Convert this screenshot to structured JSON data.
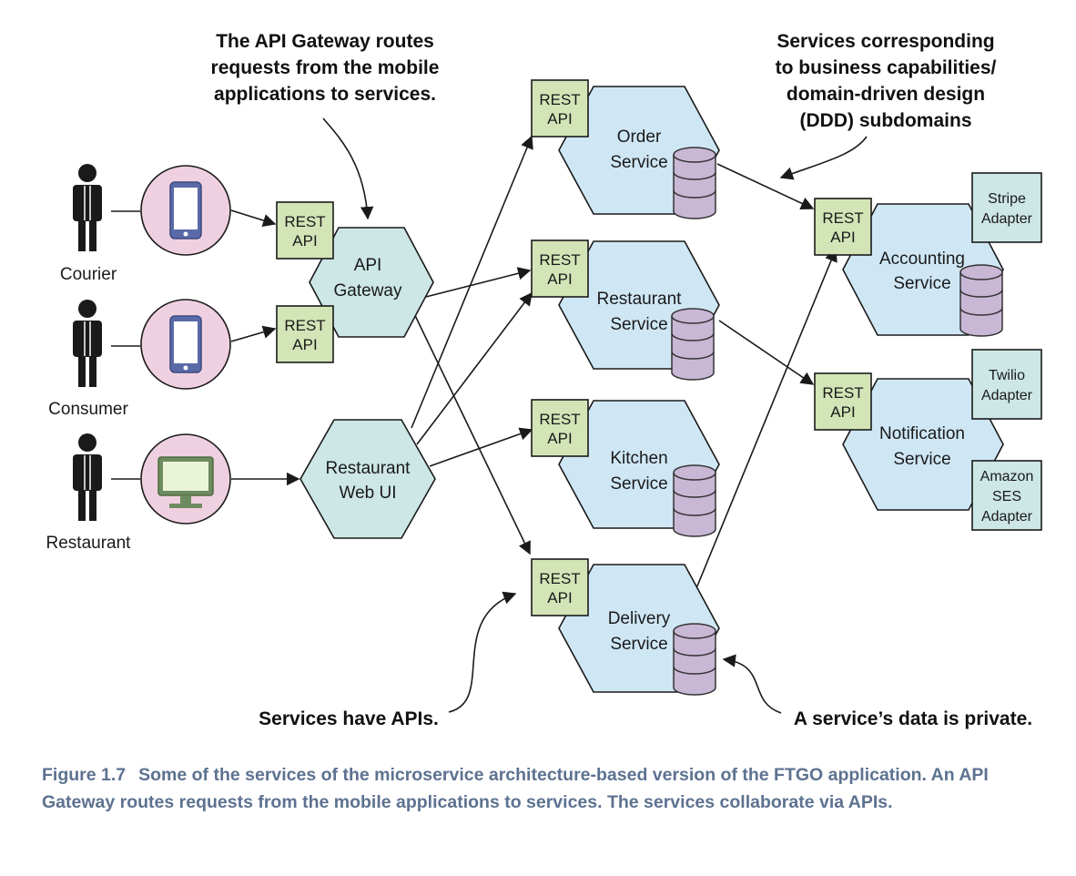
{
  "colors": {
    "hex_fill": "#cfe7f5",
    "hex_stroke": "#1a1a1a",
    "gateway_fill": "#cde6e6",
    "rest_fill": "#d3e4b7",
    "adapter_fill": "#cde6e6",
    "db_fill": "#c9b7d6",
    "device_circle": "#efd0e0",
    "caption_color": "#5d7290"
  },
  "actors": [
    {
      "label": "Courier",
      "icon": "person-icon",
      "device": "mobile-phone-icon"
    },
    {
      "label": "Consumer",
      "icon": "person-icon",
      "device": "mobile-phone-icon"
    },
    {
      "label": "Restaurant",
      "icon": "person-icon",
      "device": "desktop-monitor-icon"
    }
  ],
  "rest_api": {
    "line1": "REST",
    "line2": "API"
  },
  "gateway": {
    "line1": "API",
    "line2": "Gateway"
  },
  "web_ui": {
    "line1": "Restaurant",
    "line2": "Web UI"
  },
  "services": {
    "order": {
      "line1": "Order",
      "line2": "Service"
    },
    "restaurant": {
      "line1": "Restaurant",
      "line2": "Service"
    },
    "kitchen": {
      "line1": "Kitchen",
      "line2": "Service"
    },
    "delivery": {
      "line1": "Delivery",
      "line2": "Service"
    },
    "accounting": {
      "line1": "Accounting",
      "line2": "Service"
    },
    "notification": {
      "line1": "Notification",
      "line2": "Service"
    }
  },
  "adapters": {
    "stripe": {
      "line1": "Stripe",
      "line2": "Adapter"
    },
    "twilio": {
      "line1": "Twilio",
      "line2": "Adapter"
    },
    "ses": {
      "line1": "Amazon",
      "line2": "SES",
      "line3": "Adapter"
    }
  },
  "annotations": {
    "gateway_routes": {
      "line1": "The API Gateway routes",
      "line2": "requests from the mobile",
      "line3": "applications to services."
    },
    "business_capabilities": {
      "line1": "Services corresponding",
      "line2": "to business capabilities/",
      "line3": "domain-driven design",
      "line4": "(DDD) subdomains"
    },
    "services_have_apis": "Services have APIs.",
    "data_private": "A service’s data is private."
  },
  "caption": {
    "number": "Figure 1.7",
    "text": "Some of the services of the microservice architecture-based version of the FTGO application. An API Gateway routes requests from the mobile applications to services. The services collaborate via APIs."
  }
}
